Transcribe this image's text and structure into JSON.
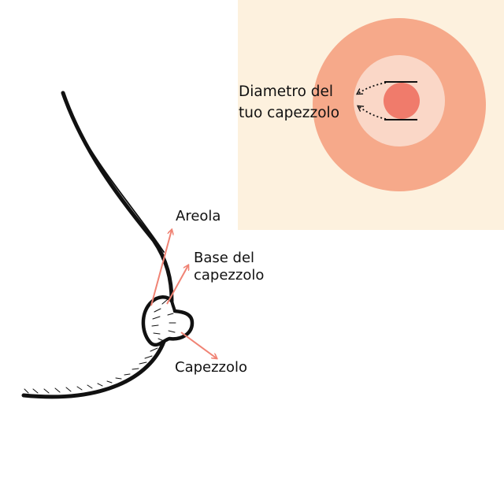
{
  "labels": {
    "areola": "Areola",
    "base_line1": "Base del",
    "base_line2": "capezzolo",
    "nipple": "Capezzolo",
    "diameter_line1": "Diametro del",
    "diameter_line2": "tuo capezzolo"
  },
  "colors": {
    "inset_background": "#fdf1de",
    "areola_fill": "#f6a98a",
    "areola_inner_ring": "#fad7c7",
    "nipple_fill": "#f07b6b",
    "pointer_arrow": "#f08374",
    "outline": "#111111"
  }
}
